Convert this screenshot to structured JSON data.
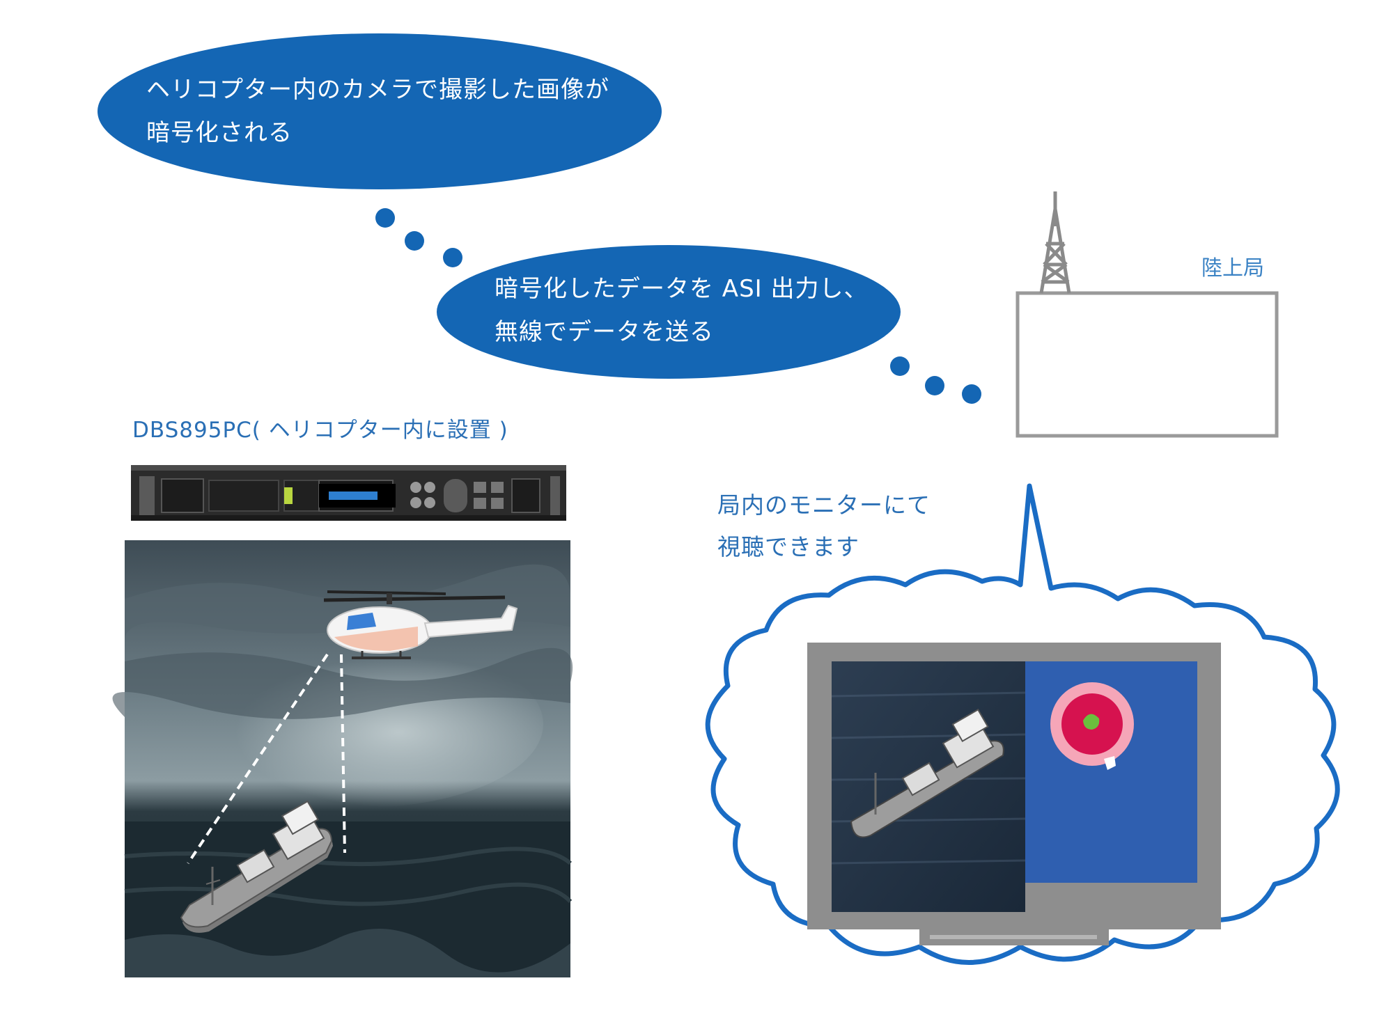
{
  "bubble_top": {
    "line1": "ヘリコプター内のカメラで撮影した画像が",
    "line2": "暗号化される"
  },
  "bubble_mid": {
    "line1": "暗号化したデータを ASI 出力し、",
    "line2": "無線でデータを送る"
  },
  "station": {
    "label": "陸上局"
  },
  "device": {
    "label": "DBS895PC( ヘリコプター内に設置 )"
  },
  "monitor_caption": {
    "line1": "局内のモニターにて",
    "line2": "視聴できます"
  },
  "colors": {
    "bubble_blue": "#1466b4",
    "label_blue": "#2a6fb5",
    "cloud_outline": "#1a6cc4",
    "monitor_frame": "#8e8e8e",
    "monitor_right_panel": "#2f5fb0"
  },
  "icons": [
    "radio-tower-icon",
    "helicopter-icon",
    "ship-icon",
    "rack-unit-device",
    "radar-blip-icon"
  ]
}
